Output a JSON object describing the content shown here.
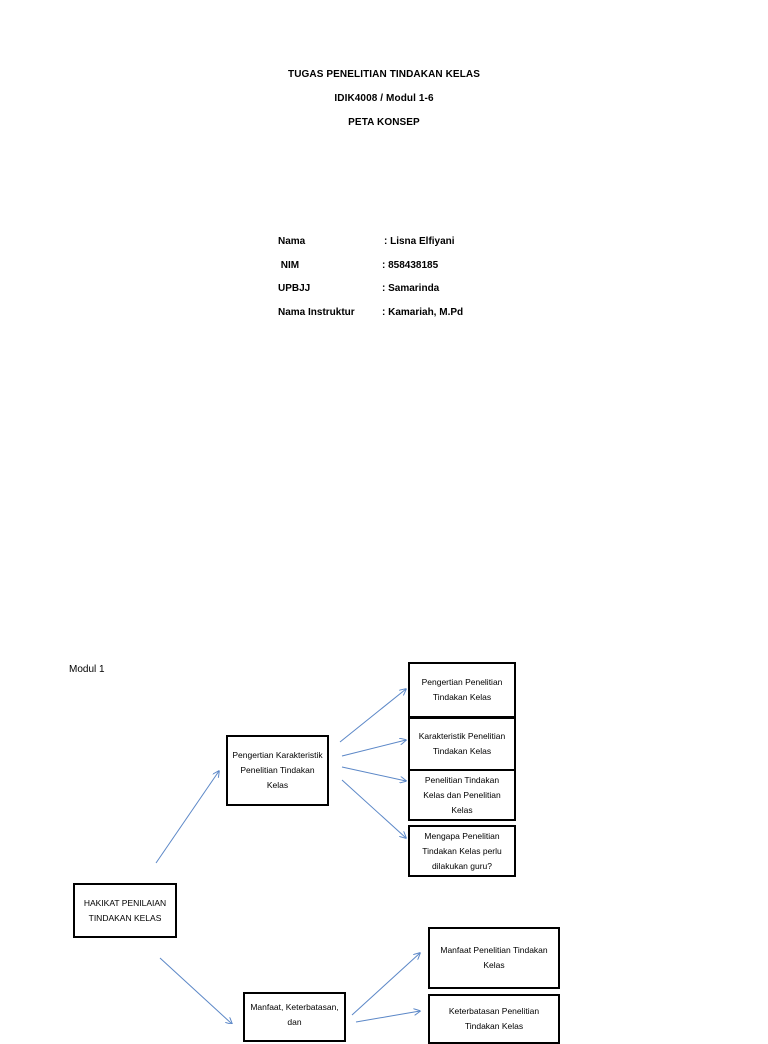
{
  "header": {
    "title": "TUGAS  PENELITIAN TINDAKAN KELAS",
    "course": "IDIK4008 / Modul 1-6",
    "subtitle": "PETA KONSEP"
  },
  "student_info": [
    {
      "label": "Nama",
      "value": ": Lisna Elfiyani"
    },
    {
      "label": " NIM",
      "value": ": 858438185"
    },
    {
      "label": "UPBJJ",
      "value": ": Samarinda"
    },
    {
      "label": "Nama Instruktur",
      "value": ": Kamariah, M.Pd"
    }
  ],
  "concept_map": {
    "module_label": "Modul  1",
    "root": "HAKIKAT PENILAIAN TINDAKAN KELAS",
    "branch_1": {
      "title": "Pengertian Karakteristik Penelitian Tindakan Kelas",
      "children": [
        "Pengertian Penelitian Tindakan Kelas",
        "Karakteristik Penelitian Tindakan Kelas",
        "Penelitian Tindakan Kelas dan Penelitian Kelas",
        "Mengapa Penelitian Tindakan Kelas perlu dilakukan guru?"
      ]
    },
    "branch_2": {
      "title": "Manfaat, Keterbatasan, dan",
      "children": [
        "Manfaat Penelitian Tindakan Kelas",
        "Keterbatasan Penelitian Tindakan Kelas"
      ]
    }
  },
  "colors": {
    "arrow": "#5b87c7",
    "box_border": "#000000"
  }
}
